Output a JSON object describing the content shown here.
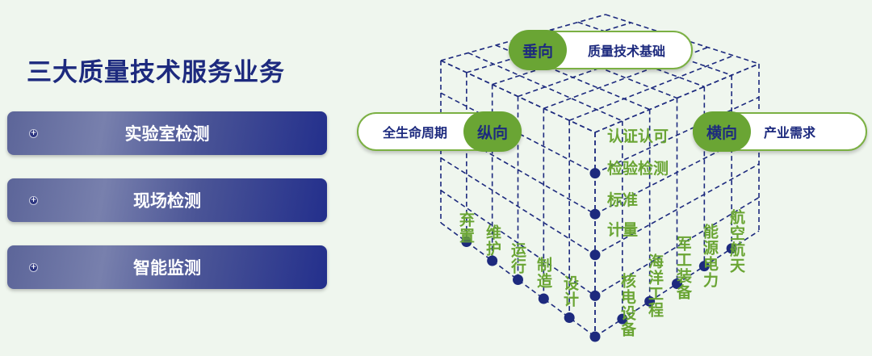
{
  "title": "三大质量技术服务业务",
  "buttons": [
    {
      "label": "实验室检测"
    },
    {
      "label": "现场检测"
    },
    {
      "label": "智能监测"
    }
  ],
  "axes": {
    "vertical": {
      "tag": "垂向",
      "text": "质量技术基础"
    },
    "longitudinal": {
      "tag": "纵向",
      "text": "全生命周期"
    },
    "horizontal": {
      "tag": "横向",
      "text": "产业需求"
    }
  },
  "lifecycle_items": [
    "弃置",
    "维护",
    "运行",
    "制造",
    "设计"
  ],
  "industry_items": [
    "核电设备",
    "海洋工程",
    "军工装备",
    "能源电力",
    "航空航天"
  ],
  "foundation_items": [
    "认证认可",
    "检验检测",
    "标准",
    "计量"
  ],
  "colors": {
    "navy": "#1d2a7e",
    "green": "#6aa534",
    "background": "#eff6ee"
  }
}
